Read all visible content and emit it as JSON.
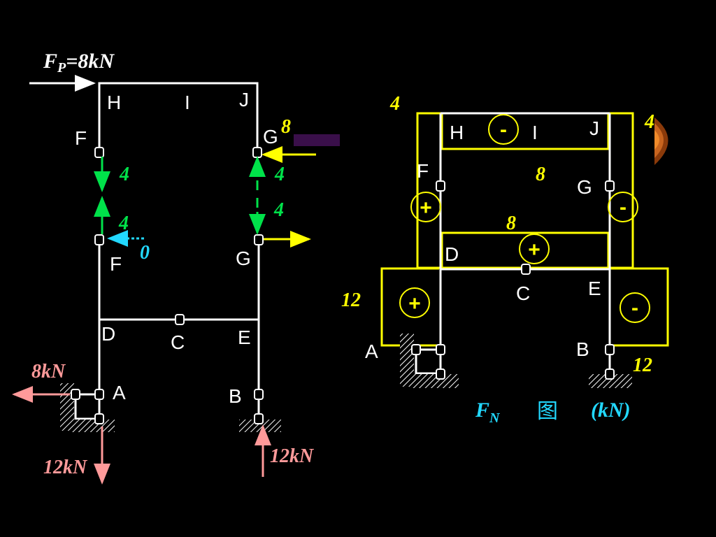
{
  "colors": {
    "background": "#000000",
    "frame": "#ffffff",
    "yellow": "#ffff00",
    "green": "#00e24a",
    "cyan": "#22d8ff",
    "pink": "#ff9a9a",
    "purple": "#3a0f4a",
    "orange": "#c8641e"
  },
  "left": {
    "fp_F": "F",
    "fp_sub": "P",
    "fp_rest": "=8kN",
    "nodes": {
      "H": "H",
      "I": "I",
      "J": "J",
      "F_top": "F",
      "G_top": "G",
      "F_bot": "F",
      "G_bot": "G",
      "D": "D",
      "C": "C",
      "E": "E",
      "A": "A",
      "B": "B"
    },
    "forces": {
      "g_top": "8",
      "f_down": "4",
      "g_down": "4",
      "f_up": "4",
      "g_up": "4",
      "f_zero": "0",
      "a_horizontal": "8kN",
      "a_vertical": "12kN",
      "b_vertical": "12kN"
    }
  },
  "right": {
    "nodes": {
      "H": "H",
      "I": "I",
      "J": "J",
      "F": "F",
      "G": "G",
      "D": "D",
      "C": "C",
      "E": "E",
      "A": "A",
      "B": "B"
    },
    "values": {
      "hj_left": "4",
      "hj_right": "4",
      "fg_top": "8",
      "de_top": "8",
      "da_left": "12",
      "eb_right": "12"
    },
    "signs": {
      "hj": "-",
      "f_col": "+",
      "g_col": "-",
      "de": "+",
      "da": "+",
      "eb": "-"
    },
    "caption_F": "F",
    "caption_sub": "N",
    "caption_tu": "图",
    "caption_unit": "(kN)"
  }
}
